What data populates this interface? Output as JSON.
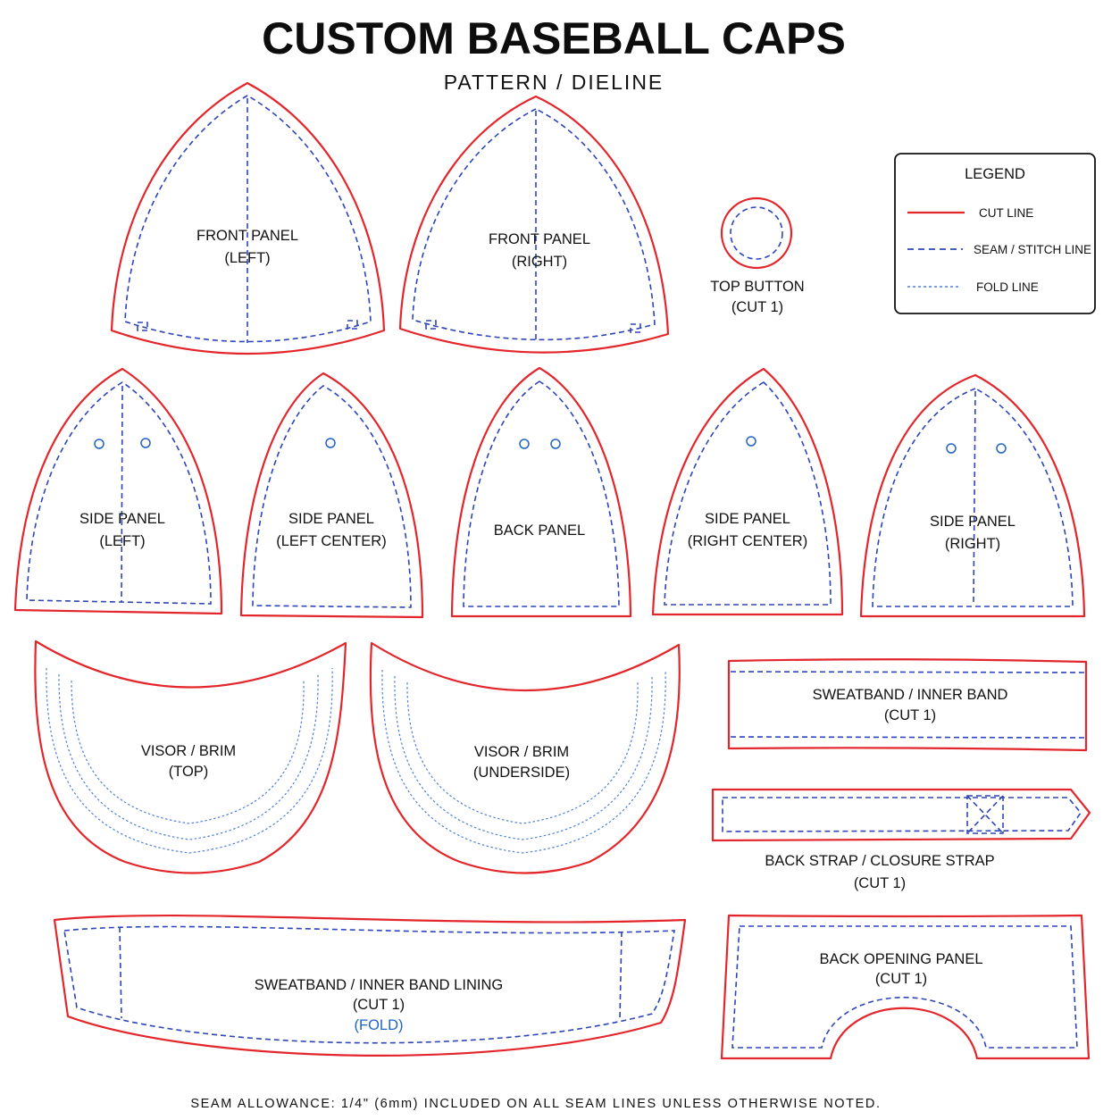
{
  "header": {
    "title": "CUSTOM BASEBALL CAPS",
    "subtitle": "PATTERN / DIELINE"
  },
  "legend": {
    "title": "LEGEND",
    "items": [
      {
        "label": "CUT LINE",
        "color": "#e3262b",
        "style": "solid"
      },
      {
        "label": "SEAM / STITCH LINE",
        "color": "#2d45b8",
        "style": "dashed"
      },
      {
        "label": "FOLD LINE",
        "color": "#4f7fd9",
        "style": "dotted"
      }
    ]
  },
  "pieces": {
    "front_left": {
      "line1": "FRONT PANEL",
      "line2": "(LEFT)"
    },
    "front_right": {
      "line1": "FRONT PANEL",
      "line2": "(RIGHT)"
    },
    "top_button": {
      "line1": "TOP BUTTON",
      "line2": "(CUT 1)"
    },
    "side_left": {
      "line1": "SIDE PANEL",
      "line2": "(LEFT)"
    },
    "side_left_center": {
      "line1": "SIDE PANEL",
      "line2": "(LEFT CENTER)"
    },
    "back_panel": {
      "line1": "BACK PANEL"
    },
    "side_right_center": {
      "line1": "SIDE PANEL",
      "line2": "(RIGHT CENTER)"
    },
    "side_right": {
      "line1": "SIDE PANEL",
      "line2": "(RIGHT)"
    },
    "visor_top": {
      "line1": "VISOR / BRIM",
      "line2": "(TOP)"
    },
    "visor_under": {
      "line1": "VISOR / BRIM",
      "line2": "(UNDERSIDE)"
    },
    "sweatband": {
      "line1": "SWEATBAND / INNER BAND",
      "line2": "(CUT 1)"
    },
    "back_strap": {
      "line1": "BACK STRAP / CLOSURE STRAP",
      "line2": "(CUT 1)"
    },
    "lining": {
      "line1": "SWEATBAND / INNER BAND LINING",
      "line2": "(CUT 1)",
      "line3": "(FOLD)"
    },
    "back_opening": {
      "line1": "BACK OPENING PANEL",
      "line2": "(CUT 1)"
    }
  },
  "footer": {
    "note": "SEAM ALLOWANCE: 1/4\" (6mm) INCLUDED ON ALL SEAM LINES UNLESS OTHERWISE NOTED."
  },
  "colors": {
    "cut": "#e3262b",
    "seam": "#2d45b8",
    "fold": "#4f7fd9",
    "hole": "#1f63c6"
  }
}
